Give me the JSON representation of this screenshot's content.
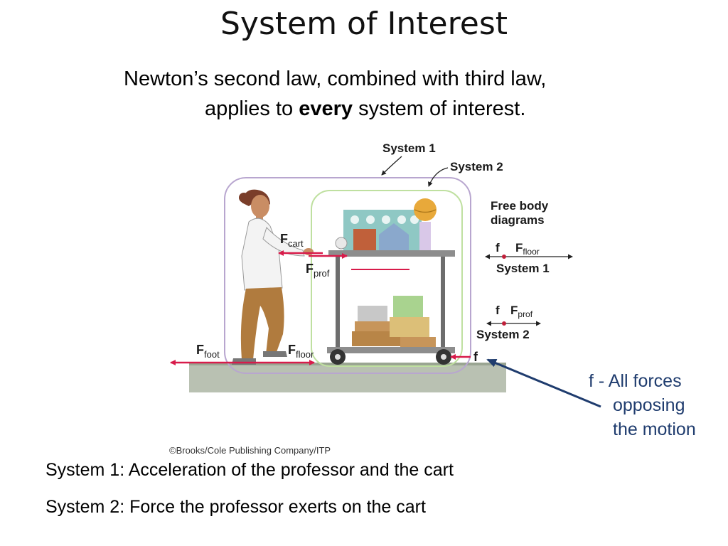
{
  "title": "System of Interest",
  "subtitle": {
    "line1": "Newton’s second law, combined with third law,",
    "line2_pre": "applies to ",
    "line2_bold": "every",
    "line2_post": " system of interest."
  },
  "diagram": {
    "system1_label": "System 1",
    "system2_label": "System 2",
    "fbd_heading_1": "Free body",
    "fbd_heading_2": "diagrams",
    "fbd1": {
      "f": "f",
      "F": "F",
      "sub": "floor",
      "label": "System 1"
    },
    "fbd2": {
      "f": "f",
      "F": "F",
      "sub": "prof",
      "label": "System 2"
    },
    "force_cart": {
      "F": "F",
      "sub": "cart"
    },
    "force_prof": {
      "F": "F",
      "sub": "prof"
    },
    "force_foot": {
      "F": "F",
      "sub": "foot"
    },
    "force_floor": {
      "F": "F",
      "sub": "floor"
    },
    "friction": "f",
    "copyright": "©Brooks/Cole Publishing Company/ITP"
  },
  "note": {
    "l1": "f - All forces",
    "l2": "opposing",
    "l3": "the motion"
  },
  "system_lines": [
    "System 1: Acceleration of the professor and the cart",
    "System 2: Force the professor exerts on the cart"
  ],
  "colors": {
    "force_arrow": "#d81b4a",
    "note_text": "#1f3c6e",
    "system1_outline": "#b8a6cf",
    "system2_outline": "#bfe0a0"
  }
}
